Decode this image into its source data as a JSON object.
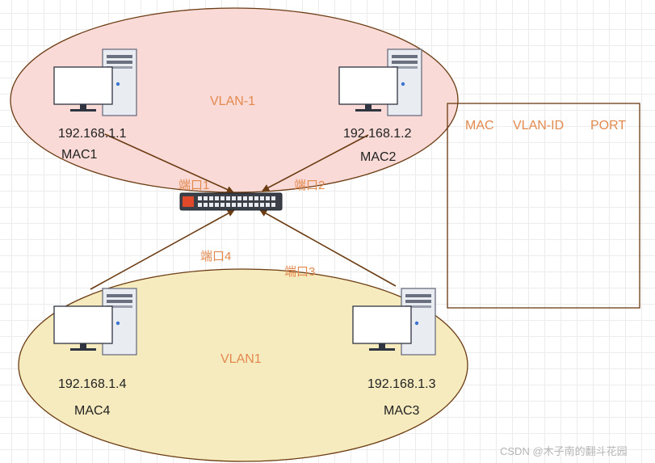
{
  "colors": {
    "vlan_a_fill": "#f9dad7",
    "vlan_b_fill": "#f6ebbf",
    "border": "#6b3b12",
    "accent_text": "#e2894e"
  },
  "vlans": {
    "top": {
      "label": "VLAN-1"
    },
    "bottom": {
      "label": "VLAN1"
    }
  },
  "hosts": [
    {
      "ip": "192.168.1.1",
      "mac": "MAC1"
    },
    {
      "ip": "192.168.1.2",
      "mac": "MAC2"
    },
    {
      "ip": "192.168.1.3",
      "mac": "MAC3"
    },
    {
      "ip": "192.168.1.4",
      "mac": "MAC4"
    }
  ],
  "switch": {
    "icon": "network-switch-icon",
    "ports": [
      "端口1",
      "端口2",
      "端口3",
      "端口4"
    ]
  },
  "mac_table": {
    "headers": [
      "MAC",
      "VLAN-ID",
      "PORT"
    ]
  },
  "watermark": "CSDN @木子南的翻斗花园"
}
